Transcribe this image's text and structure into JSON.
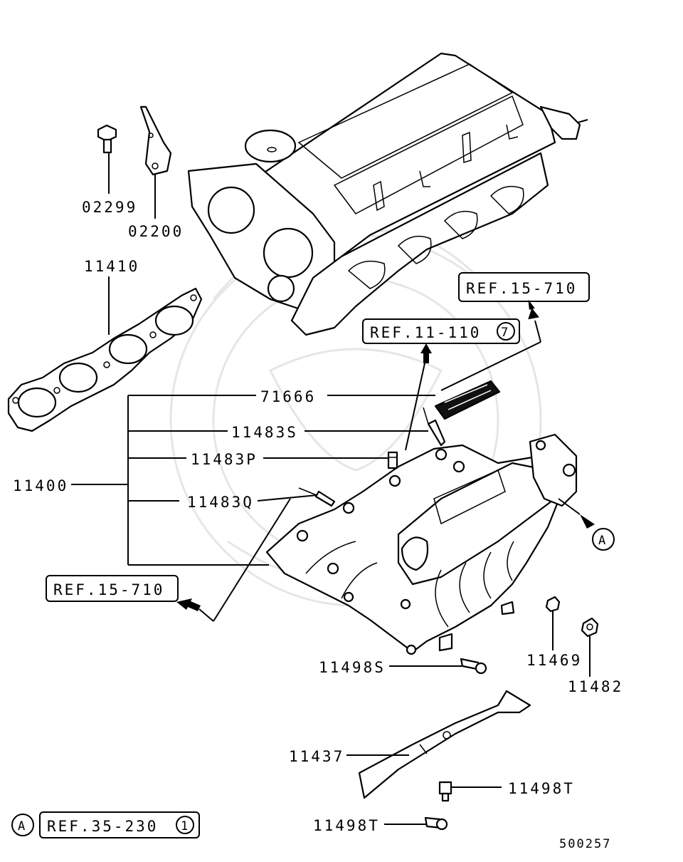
{
  "labels": {
    "p02299": "02299",
    "p02200": "02200",
    "p11410": "11410",
    "p71666": "71666",
    "p11483S": "11483S",
    "p11483P": "11483P",
    "p11400": "11400",
    "p11483Q": "11483Q",
    "p11498S": "11498S",
    "p11469": "11469",
    "p11482": "11482",
    "p11437": "11437",
    "p11498T_a": "11498T",
    "p11498T_b": "11498T"
  },
  "refs": {
    "ref_15_710_top": "REF.15-710",
    "ref_11_110": "REF.11-110",
    "ref_11_110_num": "7",
    "ref_15_710_left": "REF.15-710",
    "ref_35_230": "REF.35-230",
    "ref_35_230_num": "1",
    "marker_a_right": "A",
    "marker_a_legend": "A"
  },
  "diagram_id": "500257",
  "colors": {
    "ink": "#000000",
    "paper": "#ffffff",
    "watermark": "#e6e6e6"
  }
}
